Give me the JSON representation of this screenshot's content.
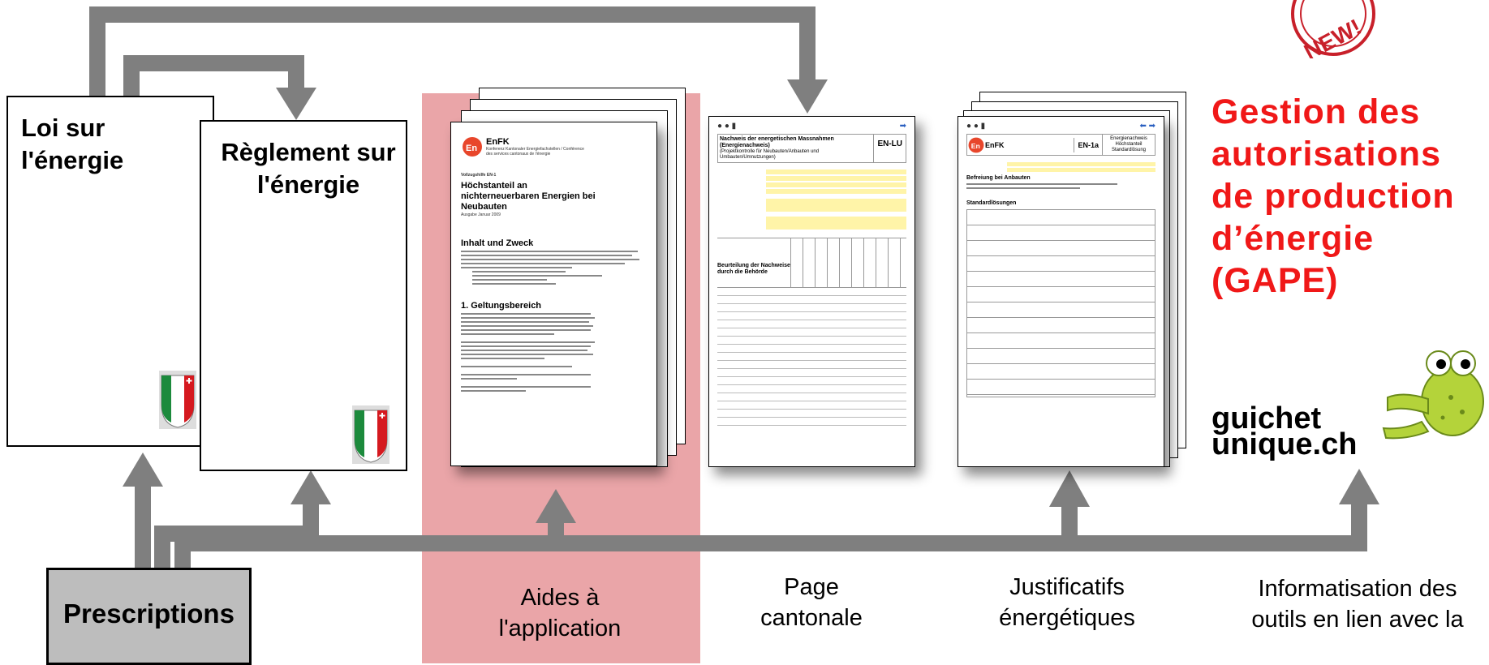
{
  "nodes": {
    "loi": "Loi sur l'énergie",
    "reglement": "Règlement sur l'énergie",
    "prescriptions": "Prescriptions"
  },
  "captions": {
    "aides": "Aides à l'application",
    "page": "Page cantonale",
    "justificatifs": "Justificatifs énergétiques",
    "informatisation": "Informatisation des outils en lien avec la"
  },
  "gape": "Gestion des autorisations de production d’énergie (GAPE)",
  "guichet": {
    "line1": "guichet",
    "line2": "unique.ch"
  },
  "new_badge": "NEW!",
  "doc1": {
    "logo": "EnFK",
    "org": "Konferenz Kantonaler Energiefachstellen / Conférence des services cantonaux de l'énergie",
    "subtitle": "Vollzugshilfe EN-1",
    "title": "Höchstanteil an nichterneuerbaren Energien bei Neubauten",
    "date": "Ausgabe Januar 2009",
    "section1": "Inhalt und Zweck",
    "section2": "1.  Geltungsbereich"
  },
  "doc2": {
    "title": "Nachweis der energetischen Massnahmen (Energienachweis)",
    "subtitle": "(Projektkontrolle für Neubauten/Anbauten und Umbauten/Umnutzungen)",
    "code": "EN-LU",
    "section": "Beurteilung der Nachweise durch die Behörde"
  },
  "doc3": {
    "logo": "EnFK",
    "code": "EN-1a",
    "title": "Energienachweis Höchstanteil Standardlösung",
    "section": "Befreiung bei Anbauten",
    "section2": "Standardlösungen"
  },
  "colors": {
    "arrow": "#7f7f7f",
    "highlight": "#eaa5a8",
    "gape": "#f01818",
    "prescriptions_box": "#bdbdbd",
    "mascot": "#b4d33a"
  }
}
